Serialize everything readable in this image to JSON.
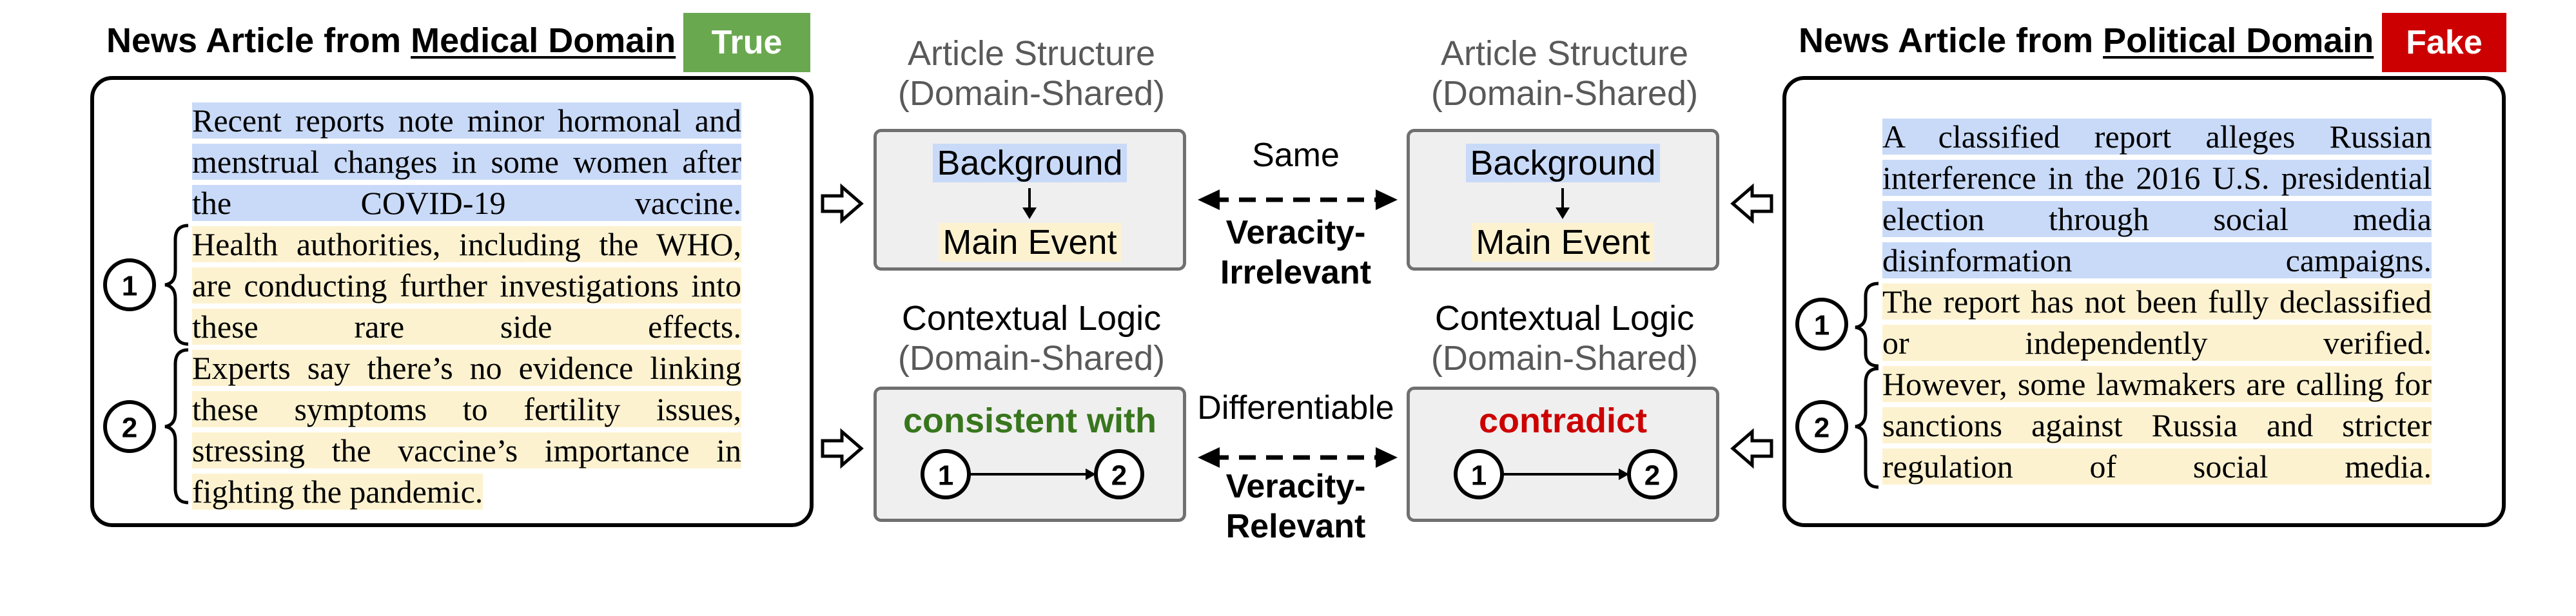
{
  "left": {
    "heading_prefix": "News Article from ",
    "heading_domain": "Medical Domain",
    "badge": "True",
    "badge_color": "#6aa84f",
    "background_text": "Recent reports note minor hormonal and menstrual changes in some women after the COVID-19 vaccine.",
    "event1_text": "Health authorities, including the WHO, are conducting further investigations into these rare side effects.",
    "event2_text": "Experts say there’s no evidence linking these symptoms to fertility issues, stressing the vaccine’s importance in fighting the pandemic.",
    "marker1": "1",
    "marker2": "2"
  },
  "right": {
    "heading_prefix": "News Article from ",
    "heading_domain": "Political Domain",
    "badge": "Fake",
    "badge_color": "#cc0000",
    "background_text": "A classified report alleges Russian interference in the 2016 U.S. presidential election through social media disinformation campaigns.",
    "event1_text": "The report has not been fully declassified or independently verified.",
    "event2_text": "However, some lawmakers are calling for sanctions against Russia and stricter regulation of social media.",
    "marker1": "1",
    "marker2": "2"
  },
  "structure": {
    "title_line1": "Article Structure",
    "title_line2": "(Domain-Shared)",
    "background": "Background",
    "main_event": "Main Event"
  },
  "logic": {
    "title_line1": "Contextual Logic",
    "title_line2": "(Domain-Shared)",
    "left_relation": "consistent with",
    "left_relation_color": "#38761d",
    "right_relation": "contradict",
    "right_relation_color": "#cc0000",
    "node1": "1",
    "node2": "2"
  },
  "center": {
    "top_label": "Same",
    "top_bold_line1": "Veracity-",
    "top_bold_line2": "Irrelevant",
    "bottom_label": "Differentiable",
    "bottom_bold_line1": "Veracity-",
    "bottom_bold_line2": "Relevant"
  }
}
